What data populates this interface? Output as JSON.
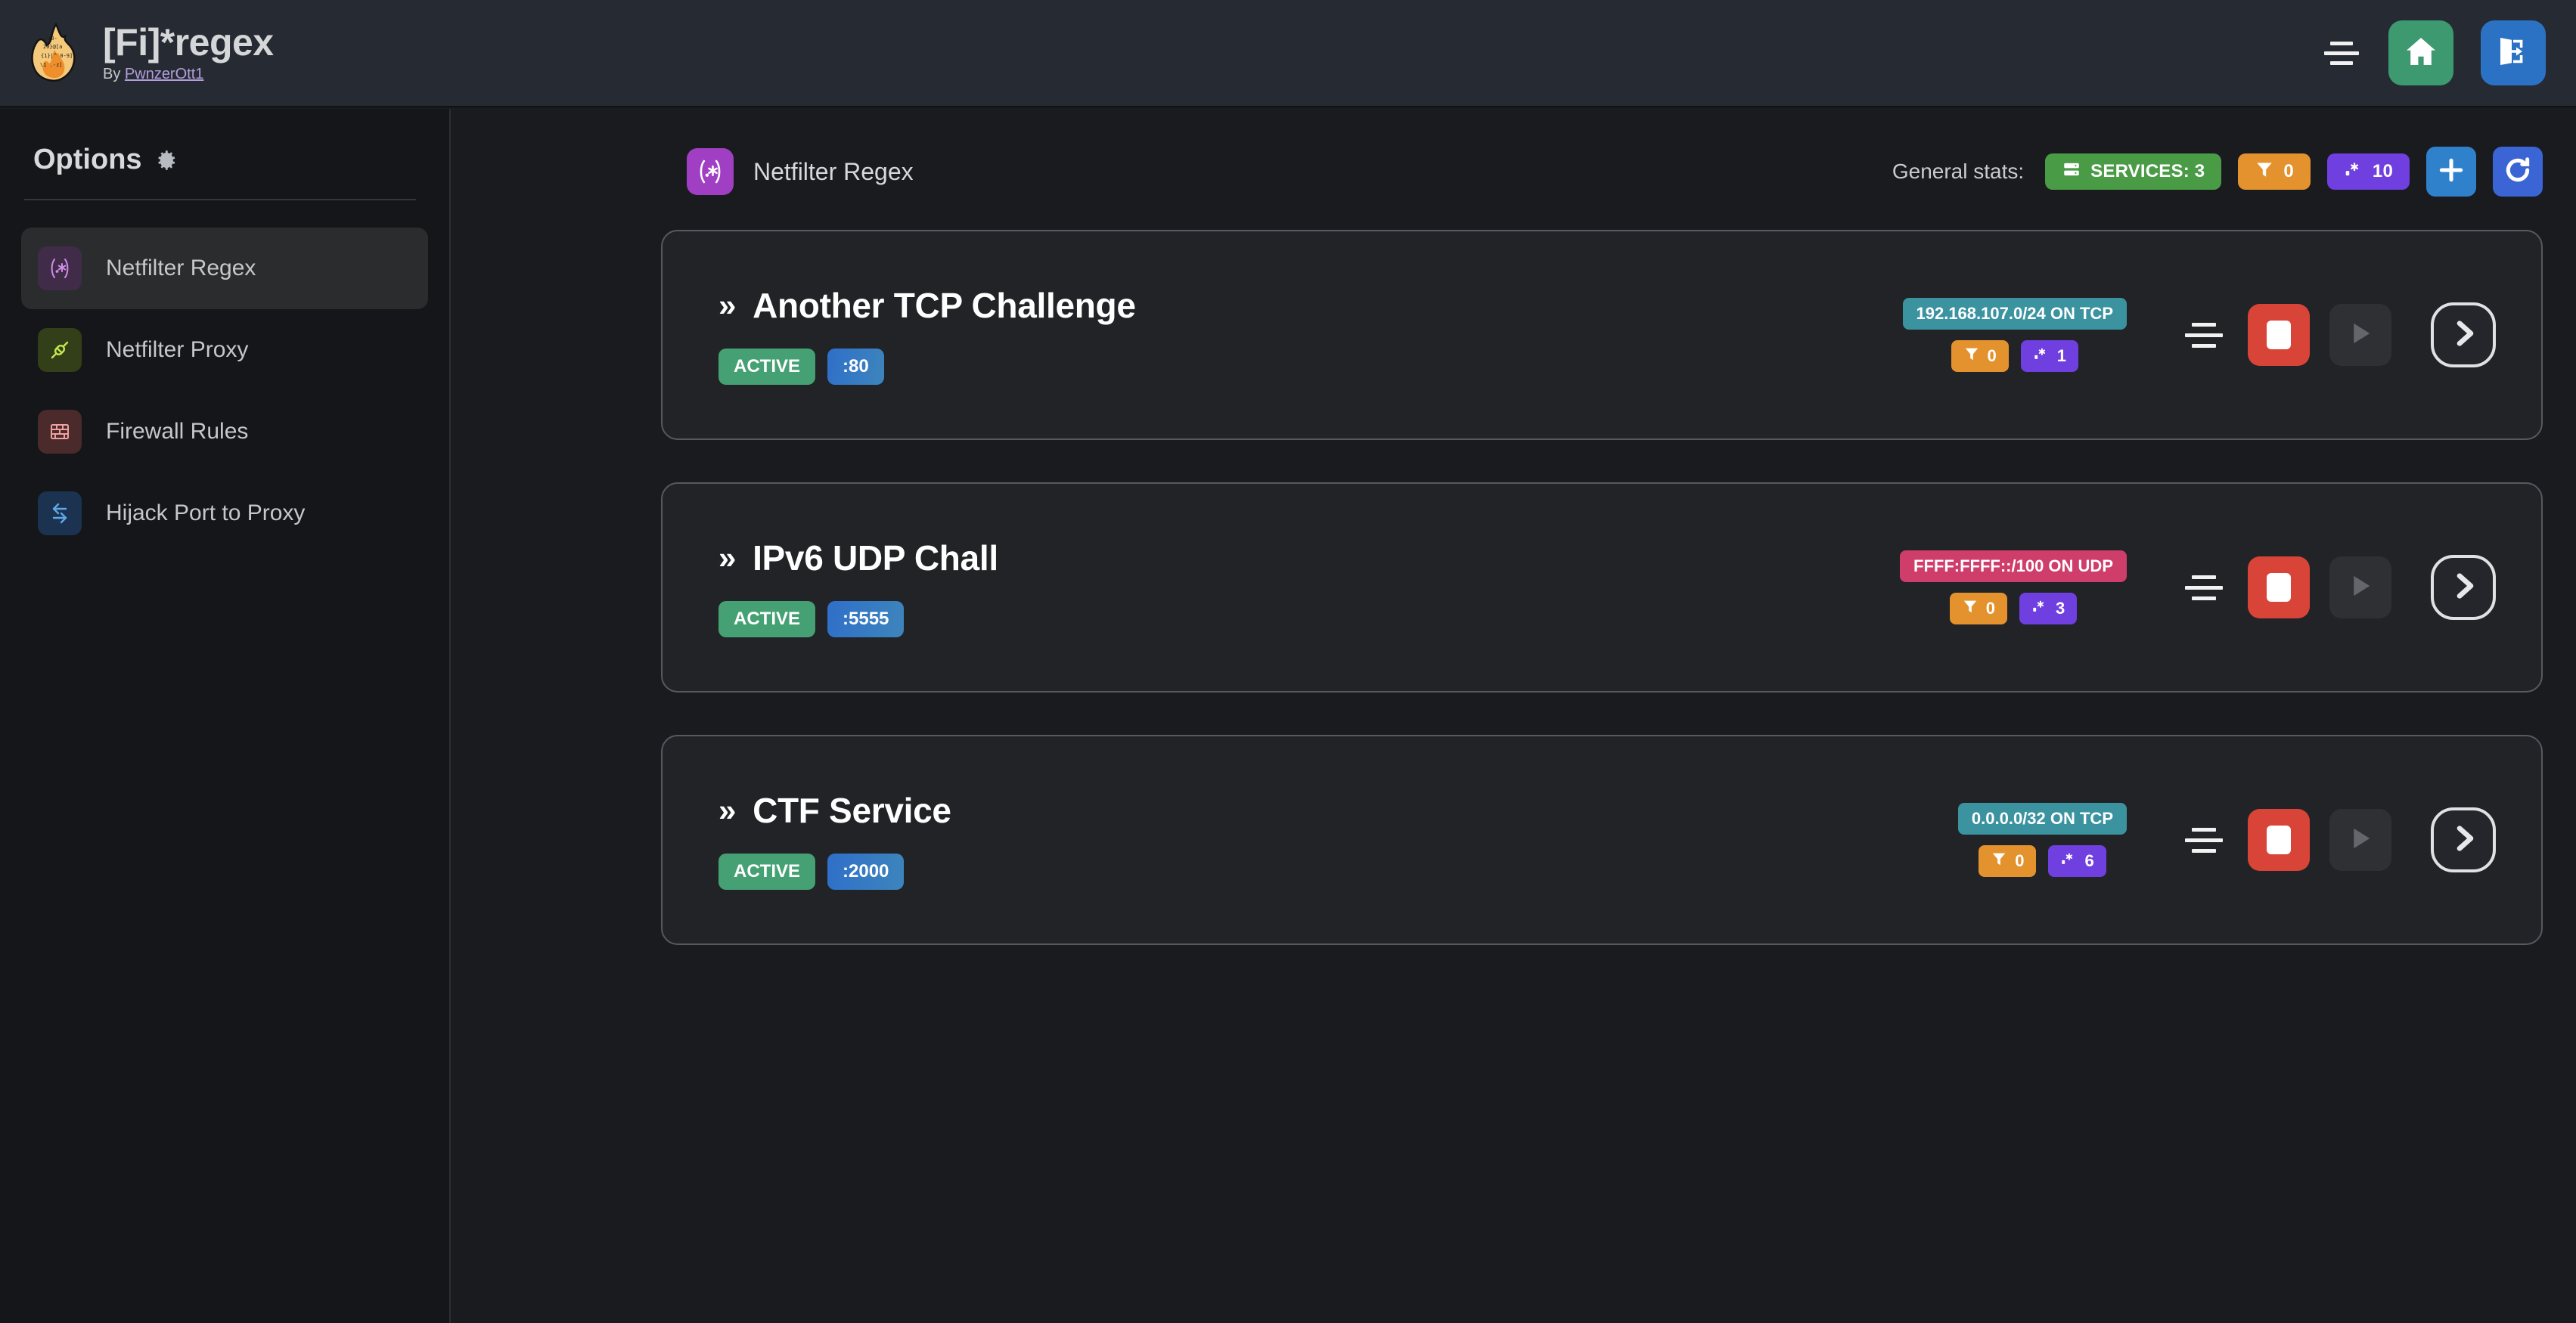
{
  "header": {
    "title": "[Fi]*regex",
    "by_prefix": "By ",
    "author": "PwnzerOtt1",
    "logo_icon": "flame-icon",
    "menu_icon": "hamburger-icon",
    "home_icon": "home-icon",
    "logout_icon": "logout-icon"
  },
  "sidebar": {
    "title": "Options",
    "title_icon": "gear-icon",
    "items": [
      {
        "label": "Netfilter Regex",
        "icon": "regex-icon",
        "active": true
      },
      {
        "label": "Netfilter Proxy",
        "icon": "plug-icon",
        "active": false
      },
      {
        "label": "Firewall Rules",
        "icon": "brick-wall-icon",
        "active": false
      },
      {
        "label": "Hijack Port to Proxy",
        "icon": "route-icon",
        "active": false
      }
    ]
  },
  "main": {
    "page_icon": "regex-icon",
    "page_title": "Netfilter Regex",
    "stats_label": "General stats:",
    "stats": [
      {
        "name": "services-badge",
        "icon": "server-icon",
        "text": "SERVICES: 3",
        "color": "#4a9b46"
      },
      {
        "name": "filters-badge",
        "icon": "filter-icon",
        "text": "0",
        "color": "#e3922e"
      },
      {
        "name": "regex-badge",
        "icon": "regex-dot-star-icon",
        "text": "10",
        "color": "#6f3fe0"
      }
    ],
    "add_button": {
      "icon": "plus-icon",
      "color": "#3081cc"
    },
    "refresh_button": {
      "icon": "refresh-icon",
      "color": "#3b64d4"
    }
  },
  "services": [
    {
      "name": "Another TCP Challenge",
      "status": "ACTIVE",
      "port": ":80",
      "network": "192.168.107.0/24 ON TCP",
      "network_color": "#3b93a0",
      "filters": "0",
      "regex_count": "1",
      "list_icon": "list-lines-icon",
      "stop_icon": "stop-icon",
      "play_icon": "play-icon",
      "go_icon": "chevron-right-icon"
    },
    {
      "name": "IPv6 UDP Chall",
      "status": "ACTIVE",
      "port": ":5555",
      "network": "FFFF:FFFF::/100 ON UDP",
      "network_color": "#cf3d6b",
      "filters": "0",
      "regex_count": "3",
      "list_icon": "list-lines-icon",
      "stop_icon": "stop-icon",
      "play_icon": "play-icon",
      "go_icon": "chevron-right-icon"
    },
    {
      "name": "CTF Service",
      "status": "ACTIVE",
      "port": ":2000",
      "network": "0.0.0.0/32 ON TCP",
      "network_color": "#3b93a0",
      "filters": "0",
      "regex_count": "6",
      "list_icon": "list-lines-icon",
      "stop_icon": "stop-icon",
      "play_icon": "play-icon",
      "go_icon": "chevron-right-icon"
    }
  ],
  "colors": {
    "page_bg": "#191b1f",
    "header_bg": "#262b33",
    "sidebar_bg": "#141619",
    "card_bg": "#212327",
    "card_border": "#555a5f",
    "active_green": "#45a173",
    "port_blue": "#2f6fc9",
    "stop_red": "#d94438"
  }
}
